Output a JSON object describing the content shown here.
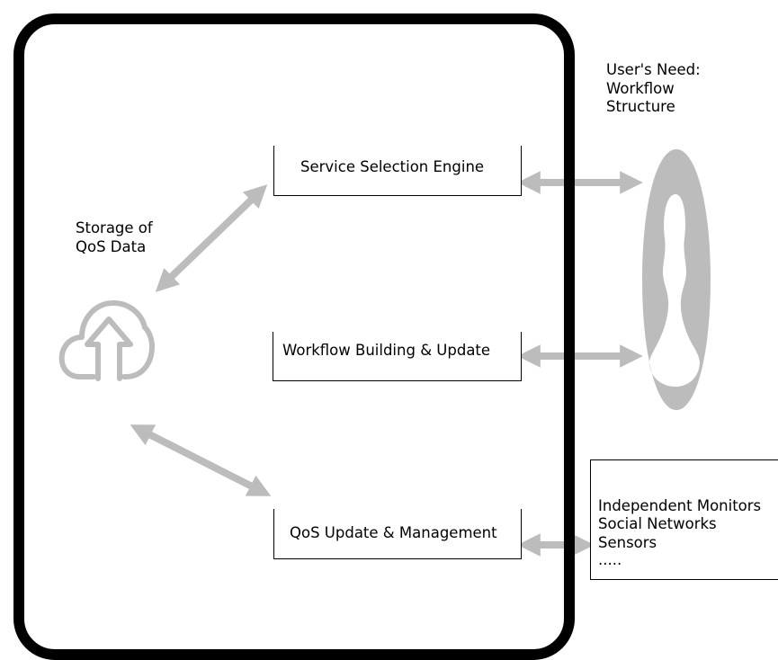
{
  "colors": {
    "frame": "#000000",
    "arrow": "#bcbcbc",
    "storage_icon": "#bcbcbc",
    "user_shape": "#bcbcbc",
    "text": "#000000"
  },
  "storage": {
    "label_line1": "Storage of",
    "label_line2": "QoS Data",
    "icon": "cloud-upload-icon"
  },
  "modules": {
    "service_selection": "Service Selection Engine",
    "workflow_building": "Workflow Building & Update",
    "qos_update": "QoS Update & Management"
  },
  "user_need": {
    "line1": "User's Need:",
    "line2": "Workflow",
    "line3": "Structure"
  },
  "data_sources": {
    "items": [
      "Independent Monitors",
      "Social Networks",
      "Sensors",
      "....."
    ]
  }
}
